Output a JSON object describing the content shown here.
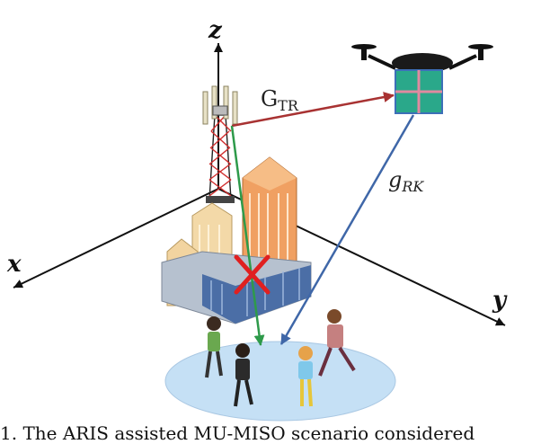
{
  "axes": {
    "x": "x",
    "y": "y",
    "z": "z"
  },
  "channels": {
    "tower_to_ris": {
      "main": "G",
      "sub": "TR"
    },
    "ris_to_users": {
      "main": "g",
      "sub": "RK"
    }
  },
  "caption": "1. The ARIS assisted MU-MISO scenario considered",
  "colors": {
    "link_tower_ris": "#a83232",
    "link_ris_users": "#3f67a8",
    "link_tower_users": "#2e9a4a",
    "blocked_marker": "#e02020",
    "coverage_area": "#c5e0f5",
    "ris_panel": "#2aa88a"
  }
}
